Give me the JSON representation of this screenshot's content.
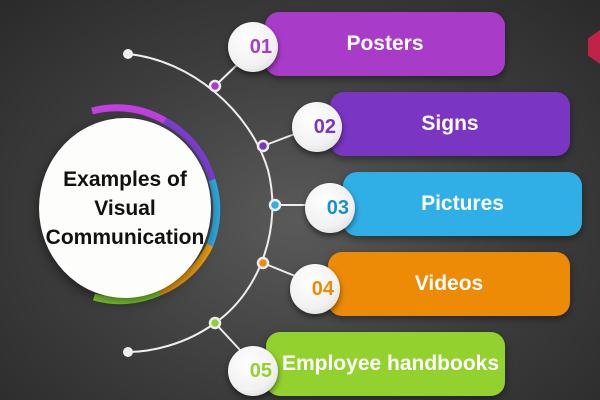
{
  "title": [
    "Examples of",
    "Visual",
    "Communication"
  ],
  "items": [
    {
      "num": "01",
      "label": "Posters",
      "color": "#a93bc9"
    },
    {
      "num": "02",
      "label": "Signs",
      "color": "#7a35c2"
    },
    {
      "num": "03",
      "label": "Pictures",
      "color": "#2fafe6"
    },
    {
      "num": "04",
      "label": "Videos",
      "color": "#ed8a06"
    },
    {
      "num": "05",
      "label": "Employee handbooks",
      "color": "#93d12e"
    }
  ]
}
